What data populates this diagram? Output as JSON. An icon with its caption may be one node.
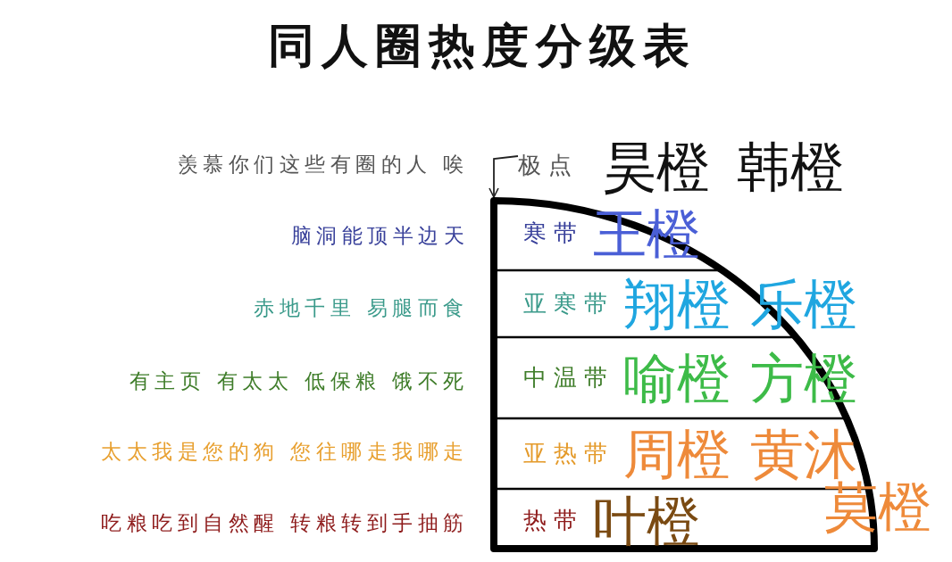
{
  "diagram": {
    "title": "同人圈热度分级表",
    "nodes": [
      {
        "text": [
          "极点"
        ],
        "beside": [
          "羡慕你们这些有圈的人 唉",
          "昊橙",
          "韩橙"
        ]
      },
      {
        "text": [],
        "shape": "sector"
      },
      {
        "text": [
          "寒带",
          "王橙"
        ],
        "in": 1,
        "beside": [
          "脑洞能顶半边天"
        ]
      },
      {
        "text": [
          "亚寒带",
          "翔橙",
          "乐橙"
        ],
        "in": 1,
        "beside": [
          "赤地千里 易腿而食"
        ]
      },
      {
        "text": [
          "中温带",
          "喻橙",
          "方橙"
        ],
        "in": 1,
        "beside": [
          "有主页 有太太 低保粮 饿不死"
        ]
      },
      {
        "text": [
          "亚热带",
          "周橙",
          "黄沐"
        ],
        "in": 1,
        "beside": [
          "太太我是您的狗 您往哪走我哪走",
          "莫橙"
        ]
      },
      {
        "text": [
          "热带",
          "叶橙"
        ],
        "in": 1,
        "beside": [
          "吃粮吃到自然醒 转粮转到手抽筋"
        ]
      }
    ],
    "edges": [
      {
        "from": 0,
        "to": 1,
        "arrow": "to"
      }
    ]
  }
}
